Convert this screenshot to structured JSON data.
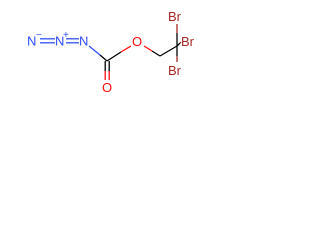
{
  "structure": {
    "atoms": {
      "n_terminal": "N",
      "n_terminal_charge": "−",
      "n_central": "N",
      "n_central_charge": "+",
      "n_acyl": "N",
      "o_carbonyl": "O",
      "o_ester": "O",
      "br_top": "Br",
      "br_right": "Br",
      "br_bottom": "Br"
    },
    "colors": {
      "nitrogen": "#3050F8",
      "oxygen": "#FF0D0D",
      "bromine": "#A62929",
      "carbon_bond": "#000000"
    }
  }
}
